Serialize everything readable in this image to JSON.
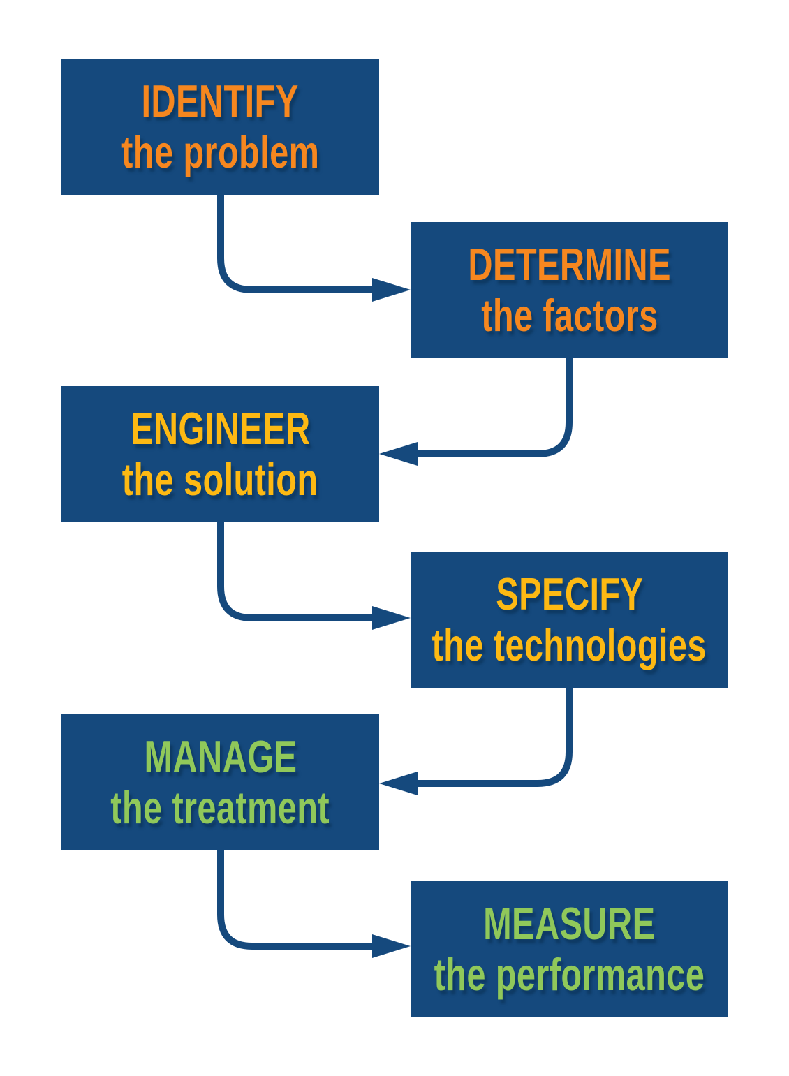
{
  "colors": {
    "background": "#ffffff",
    "navy": "#15497D",
    "orange": "#F6871F",
    "yellow": "#FDB913",
    "green": "#90C85A",
    "shadow": "#0E3A64"
  },
  "diagram": {
    "type": "flowchart",
    "steps": [
      {
        "action": "IDENTIFY",
        "object": "the problem",
        "text_color": "#F6871F"
      },
      {
        "action": "DETERMINE",
        "object": "the factors",
        "text_color": "#F6871F"
      },
      {
        "action": "ENGINEER",
        "object": "the solution",
        "text_color": "#FDB913"
      },
      {
        "action": "SPECIFY",
        "object": "the technologies",
        "text_color": "#FDB913"
      },
      {
        "action": "MANAGE",
        "object": "the treatment",
        "text_color": "#90C85A"
      },
      {
        "action": "MEASURE",
        "object": "the performance",
        "text_color": "#90C85A"
      }
    ],
    "connections": [
      {
        "from": "IDENTIFY the problem",
        "to": "DETERMINE the factors"
      },
      {
        "from": "DETERMINE the factors",
        "to": "ENGINEER the solution"
      },
      {
        "from": "ENGINEER the solution",
        "to": "SPECIFY the technologies"
      },
      {
        "from": "SPECIFY the technologies",
        "to": "MANAGE the treatment"
      },
      {
        "from": "MANAGE the treatment",
        "to": "MEASURE the performance"
      }
    ]
  }
}
